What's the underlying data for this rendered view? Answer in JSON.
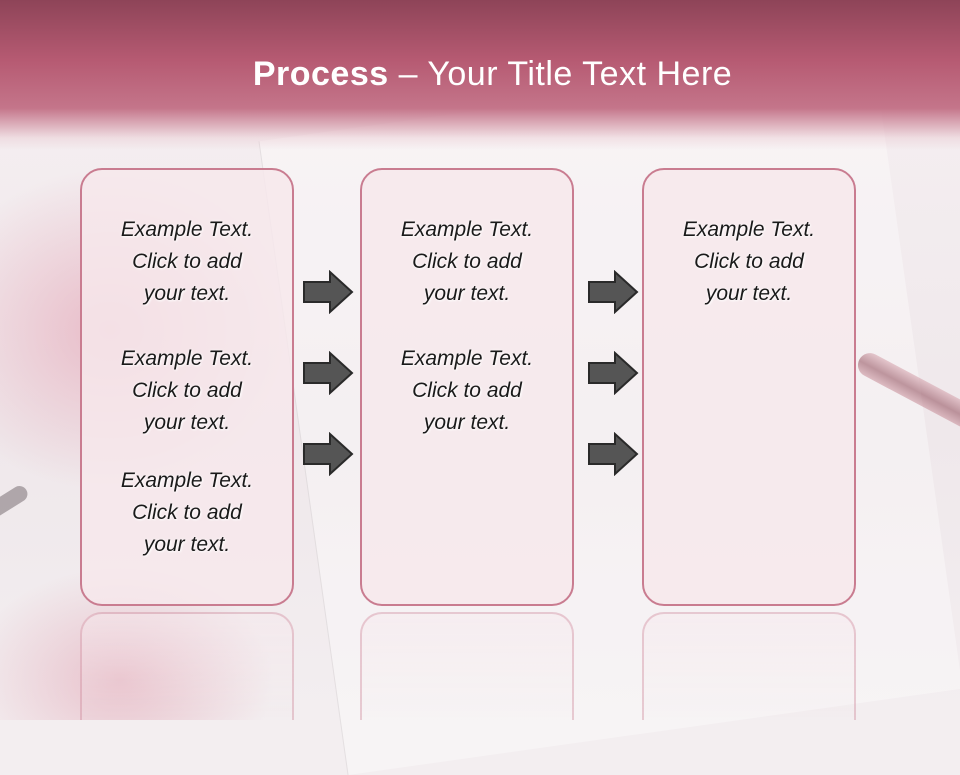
{
  "slide": {
    "title_bold": "Process",
    "title_rest": "  – Your Title Text Here"
  },
  "columns": [
    {
      "items": [
        {
          "line1": "Example Text.",
          "line2": "Click  to add",
          "line3": "your text."
        },
        {
          "line1": "Example Text.",
          "line2": "Click  to add",
          "line3": "your text."
        },
        {
          "line1": "Example Text.",
          "line2": "Click  to add",
          "line3": "your text."
        }
      ]
    },
    {
      "items": [
        {
          "line1": "Example Text.",
          "line2": "Click  to add",
          "line3": "your text."
        },
        {
          "line1": "Example Text.",
          "line2": "Click  to add",
          "line3": "your text."
        }
      ]
    },
    {
      "items": [
        {
          "line1": "Example Text.",
          "line2": "Click  to add",
          "line3": "your text."
        }
      ]
    }
  ],
  "arrow_icon": "right-arrow-icon",
  "colors": {
    "header": "#b65a72",
    "panel_border": "#c97c90",
    "arrow_fill": "#555555"
  }
}
